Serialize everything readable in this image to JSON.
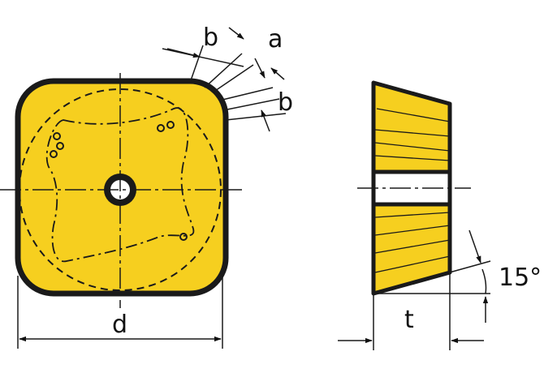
{
  "labels": {
    "a": "a",
    "b_upper": "b",
    "b_lower": "b",
    "d": "d",
    "t": "t",
    "angle": "15°"
  },
  "colors": {
    "insert_fill": "#f6cf1f",
    "outline": "#1a1a1a",
    "background": "#ffffff"
  }
}
